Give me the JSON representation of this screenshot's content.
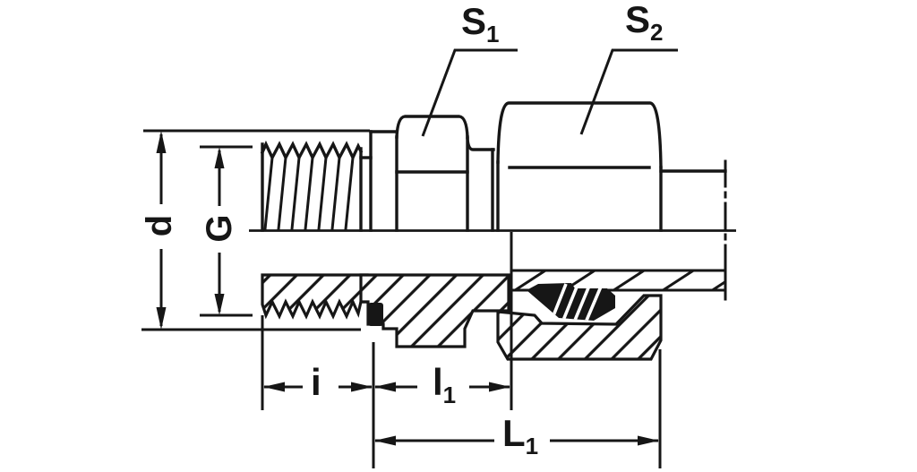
{
  "drawing_type": "tube-fitting-cross-section",
  "colors": {
    "ink": "#161616",
    "paper": "#ffffff"
  },
  "labels": {
    "s1": {
      "main": "S",
      "sub": "1"
    },
    "s2": {
      "main": "S",
      "sub": "2"
    },
    "d": {
      "main": "d"
    },
    "g": {
      "main": "G"
    },
    "i": {
      "main": "i"
    },
    "l1": {
      "main": "l",
      "sub": "1"
    },
    "L1": {
      "main": "L",
      "sub": "1"
    }
  }
}
